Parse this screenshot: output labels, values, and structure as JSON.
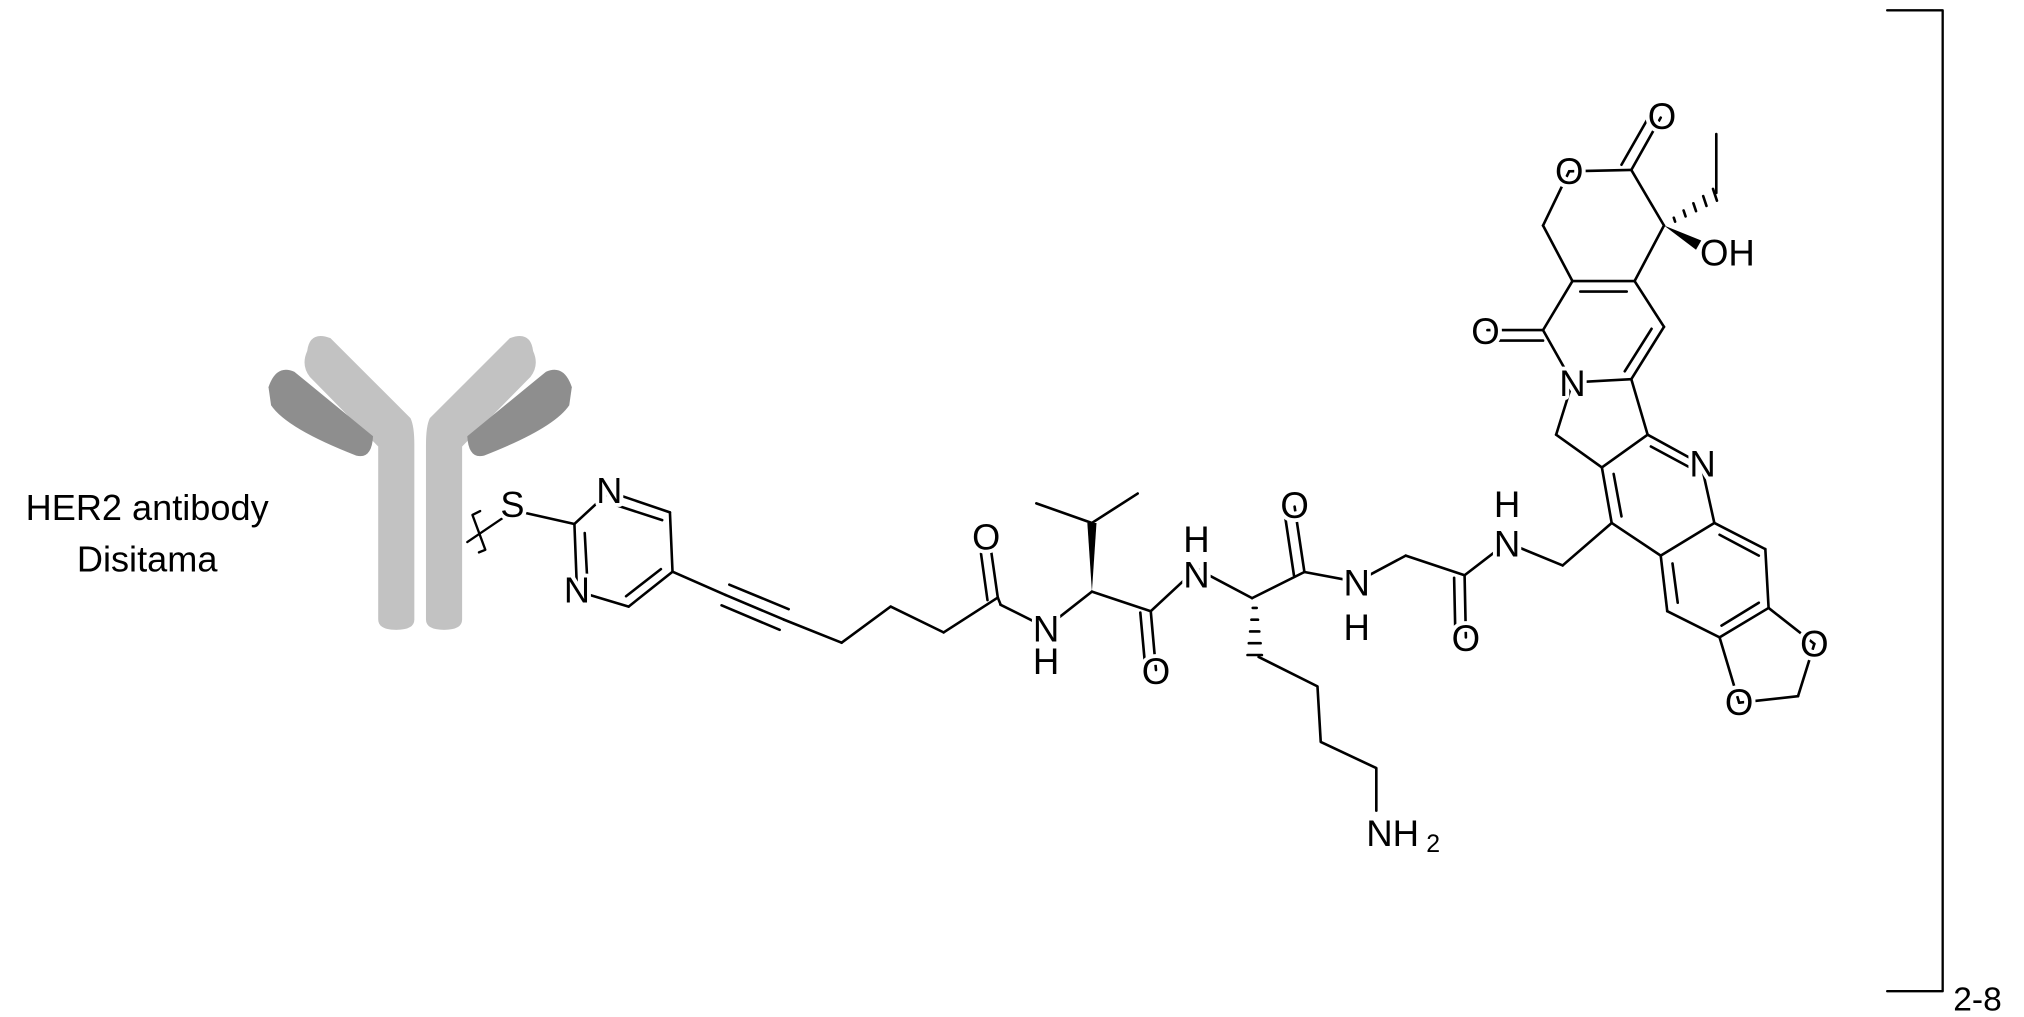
{
  "antibody": {
    "line1": "HER2 antibody",
    "line2": "Disitama"
  },
  "atoms": {
    "S": "S",
    "N": "N",
    "O": "O",
    "H": "H",
    "NH": "NH",
    "OH": "OH",
    "sub2": "2"
  },
  "bracket": {
    "subscript": "2-8"
  },
  "colors": {
    "heavy_chain": "#c2c2c2",
    "light_chain": "#8e8e8e",
    "bond": "#000000"
  }
}
